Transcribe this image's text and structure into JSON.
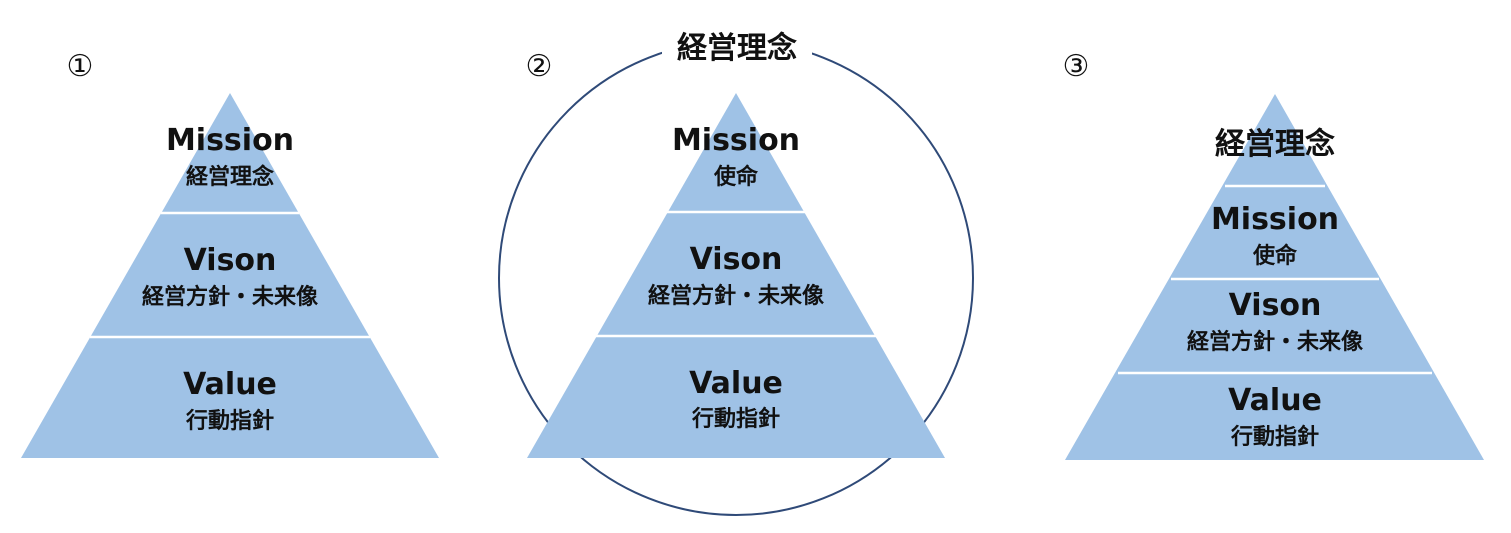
{
  "colors": {
    "tier_fill": "#9fc2e6",
    "circle_stroke": "#2f4a78",
    "text": "#111111"
  },
  "diagrams": [
    {
      "number": "①",
      "tiers": [
        {
          "en": "Mission",
          "jp": "経営理念"
        },
        {
          "en": "Vison",
          "jp": "経営方針・未来像"
        },
        {
          "en": "Value",
          "jp": "行動指針"
        }
      ]
    },
    {
      "number": "②",
      "circle_label": "経営理念",
      "tiers": [
        {
          "en": "Mission",
          "jp": "使命"
        },
        {
          "en": "Vison",
          "jp": "経営方針・未来像"
        },
        {
          "en": "Value",
          "jp": "行動指針"
        }
      ]
    },
    {
      "number": "③",
      "top_label": "経営理念",
      "tiers": [
        {
          "en": "Mission",
          "jp": "使命"
        },
        {
          "en": "Vison",
          "jp": "経営方針・未来像"
        },
        {
          "en": "Value",
          "jp": "行動指針"
        }
      ]
    }
  ]
}
